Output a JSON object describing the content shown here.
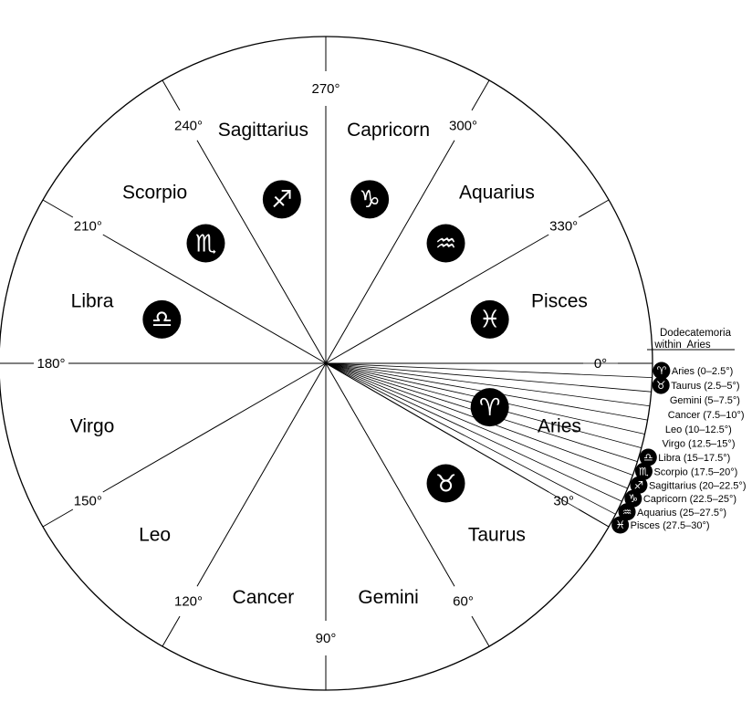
{
  "degree_labels": [
    "0°",
    "30°",
    "60°",
    "90°",
    "120°",
    "150°",
    "180°",
    "210°",
    "240°",
    "270°",
    "300°",
    "330°"
  ],
  "signs": [
    {
      "name": "Aries",
      "glyph": "♈"
    },
    {
      "name": "Taurus",
      "glyph": "♉"
    },
    {
      "name": "Gemini",
      "glyph": ""
    },
    {
      "name": "Cancer",
      "glyph": ""
    },
    {
      "name": "Leo",
      "glyph": ""
    },
    {
      "name": "Virgo",
      "glyph": ""
    },
    {
      "name": "Libra",
      "glyph": "♎"
    },
    {
      "name": "Scorpio",
      "glyph": "♏"
    },
    {
      "name": "Sagittarius",
      "glyph": "♐"
    },
    {
      "name": "Capricorn",
      "glyph": "♑"
    },
    {
      "name": "Aquarius",
      "glyph": "♒"
    },
    {
      "name": "Pisces",
      "glyph": "♓"
    }
  ],
  "dodecatemoria": {
    "title_line1": "Dodecatemoria",
    "title_line2": "within  Aries",
    "items": [
      "Aries  (0–2.5°)",
      "Taurus  (2.5–5°)",
      "Gemini (5–7.5°)",
      "Cancer (7.5–10°)",
      "Leo (10–12.5°)",
      "Virgo (12.5–15°)",
      "Libra (15–17.5°)",
      "Scorpio (17.5–20°)",
      "Sagittarius (20–22.5°)",
      "Capricorn (22.5–25°)",
      "Aquarius (25–27.5°)",
      "Pisces (27.5–30°)"
    ]
  }
}
